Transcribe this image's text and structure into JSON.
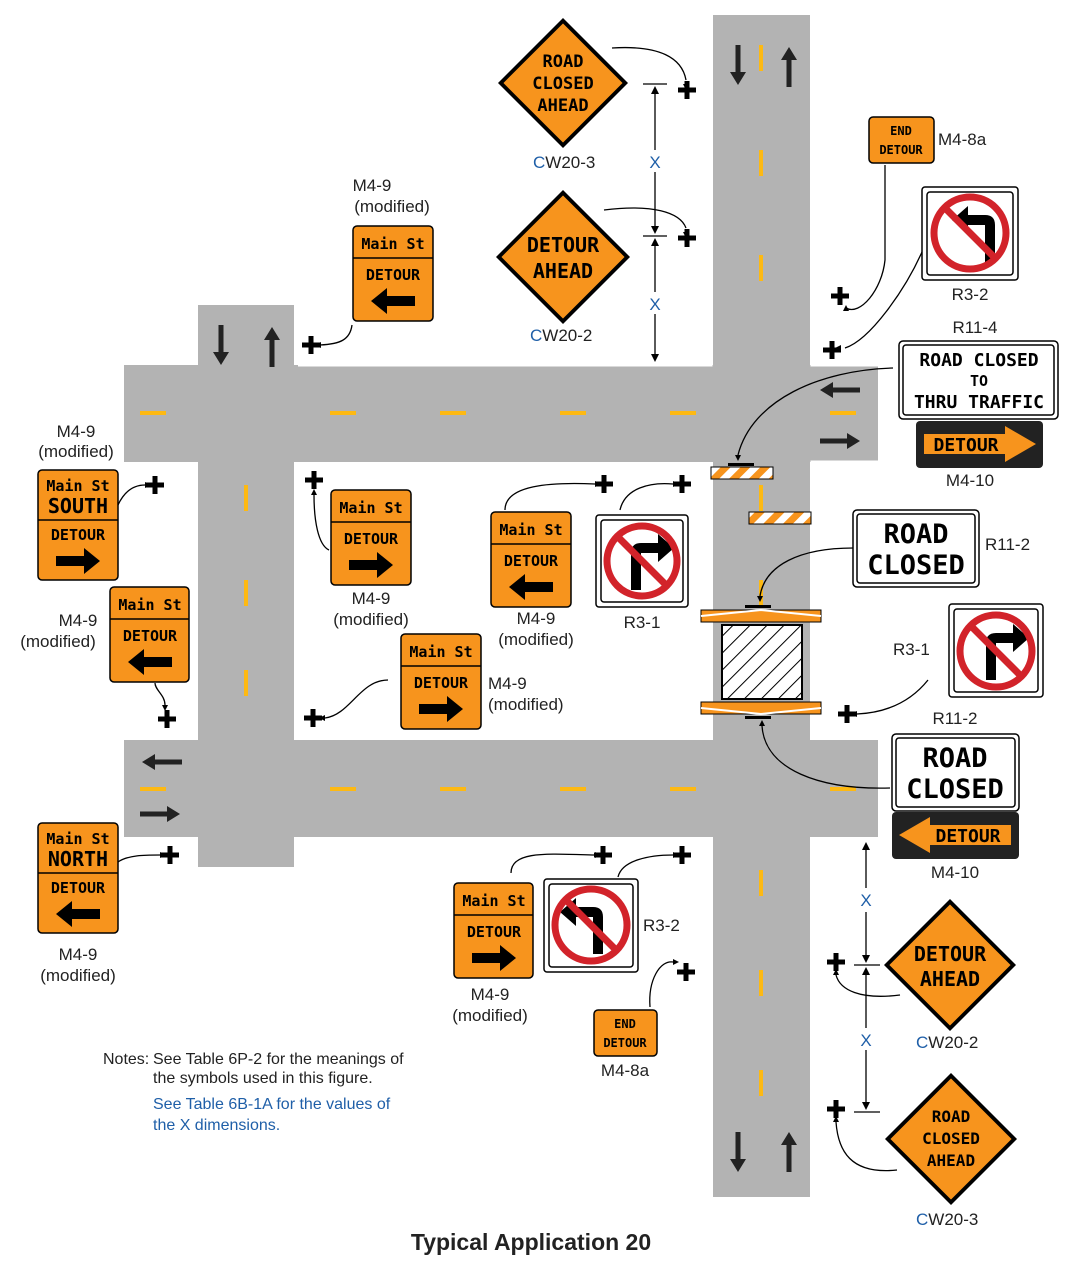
{
  "title": "Typical Application 20",
  "colors": {
    "road": "#b3b3b3",
    "orange": "#f7941d",
    "red": "#d2232a",
    "blue": "#1f5fa8",
    "yellow": "#fdb913"
  },
  "dimension_symbol": "X",
  "notes": {
    "label": "Notes:",
    "line1": "See Table 6P-2 for the meanings of",
    "line2": "the symbols used in this figure.",
    "blue1": "See Table 6B-1A for the values of",
    "blue2": "the X dimensions."
  },
  "sign_text": {
    "road_closed_ahead": [
      "ROAD",
      "CLOSED",
      "AHEAD"
    ],
    "detour_ahead": [
      "DETOUR",
      "AHEAD"
    ],
    "end_detour": [
      "END",
      "DETOUR"
    ],
    "main_st": "Main St",
    "south": "SOUTH",
    "north": "NORTH",
    "detour": "DETOUR",
    "road_closed": [
      "ROAD",
      "CLOSED"
    ],
    "road_closed_thru": [
      "ROAD CLOSED",
      "TO",
      "THRU TRAFFIC"
    ]
  },
  "labels": {
    "cw20_3": {
      "prefix": "C",
      "rest": "W20-3"
    },
    "cw20_2": {
      "prefix": "C",
      "rest": "W20-2"
    },
    "m4_8a": "M4-8a",
    "r3_2": "R3-2",
    "r3_1": "R3-1",
    "r11_4": "R11-4",
    "r11_2": "R11-2",
    "m4_10": "M4-10",
    "m4_9": "M4-9",
    "modified": "(modified)"
  }
}
